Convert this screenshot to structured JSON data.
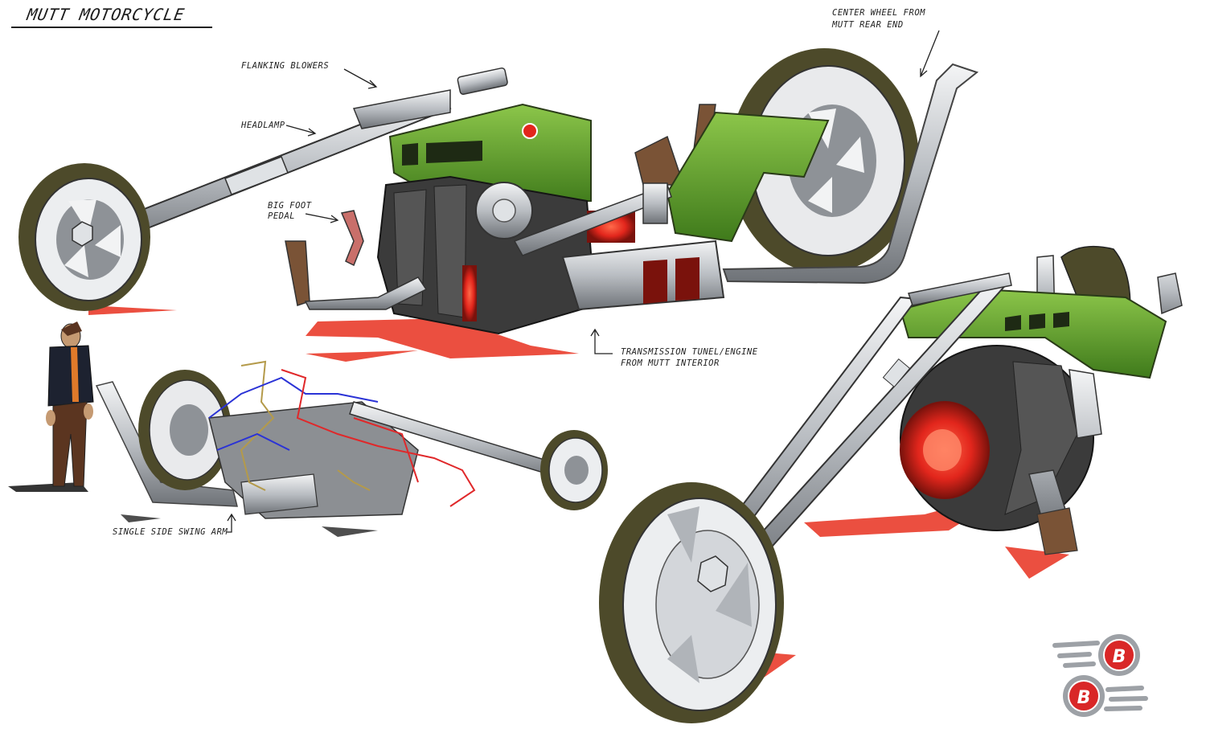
{
  "title": "MUTT MOTORCYCLE",
  "annotations": {
    "flanking_blowers": "FLANKING BLOWERS",
    "headlamp": "HEADLAMP",
    "big_foot_pedal_1": "BIG FOOT",
    "big_foot_pedal_2": "PEDAL",
    "center_wheel_1": "CENTER WHEEL FROM",
    "center_wheel_2": "MUTT REAR END",
    "transmission_1": "TRANSMISSION TUNEL/ENGINE",
    "transmission_2": "FROM MUTT INTERIOR",
    "swing_arm": "SINGLE SIDE SWING ARM"
  },
  "logo_letter": "B",
  "colors": {
    "body_green": "#6aa431",
    "chrome": "#c9ccd0",
    "tire": "#4d4a2a",
    "engine_glow": "#e2261c",
    "shadow_red": "#e8301e",
    "rider_blue": "#2b33d6",
    "rider_red": "#e0282a",
    "rider_gold": "#b49a4a"
  }
}
